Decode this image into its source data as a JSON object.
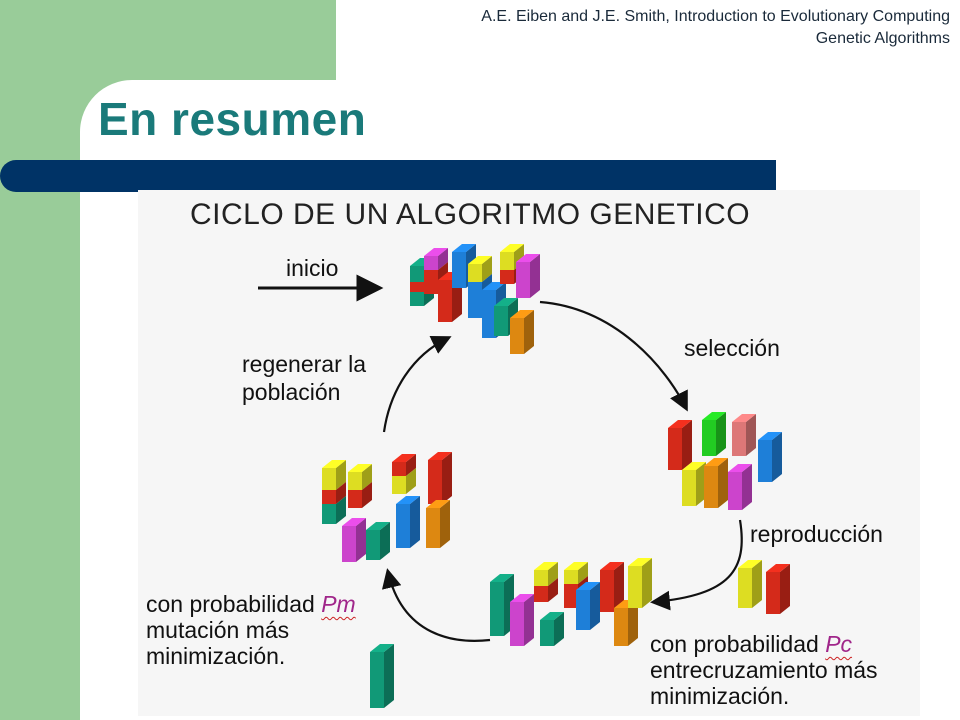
{
  "header": {
    "credit_line1": "A.E. Eiben and J.E. Smith, Introduction to Evolutionary Computing",
    "credit_line2": "Genetic Algorithms"
  },
  "slide": {
    "title": "En resumen"
  },
  "diagram": {
    "title": "CICLO DE UN ALGORITMO GENETICO",
    "labels": {
      "start": "inicio",
      "selection": "selección",
      "regenerate_line1": "regenerar la",
      "regenerate_line2": "población",
      "reproduction": "reproducción",
      "mutation_prefix": "con probabilidad ",
      "mutation_prob": "Pm",
      "mutation_line2": "mutación más",
      "mutation_line3": "minimización.",
      "crossover_prefix": "con probabilidad ",
      "crossover_prob": "Pc",
      "crossover_line2": "entrecruzamiento más",
      "crossover_line3": "minimización."
    },
    "colors": {
      "magenta": "#cc44cc",
      "blue": "#1e7fd8",
      "yellow": "#dddd22",
      "red": "#d42a1a",
      "teal": "#119977",
      "orange": "#dd8811",
      "green": "#22cc22",
      "pink": "#dd7777"
    }
  }
}
